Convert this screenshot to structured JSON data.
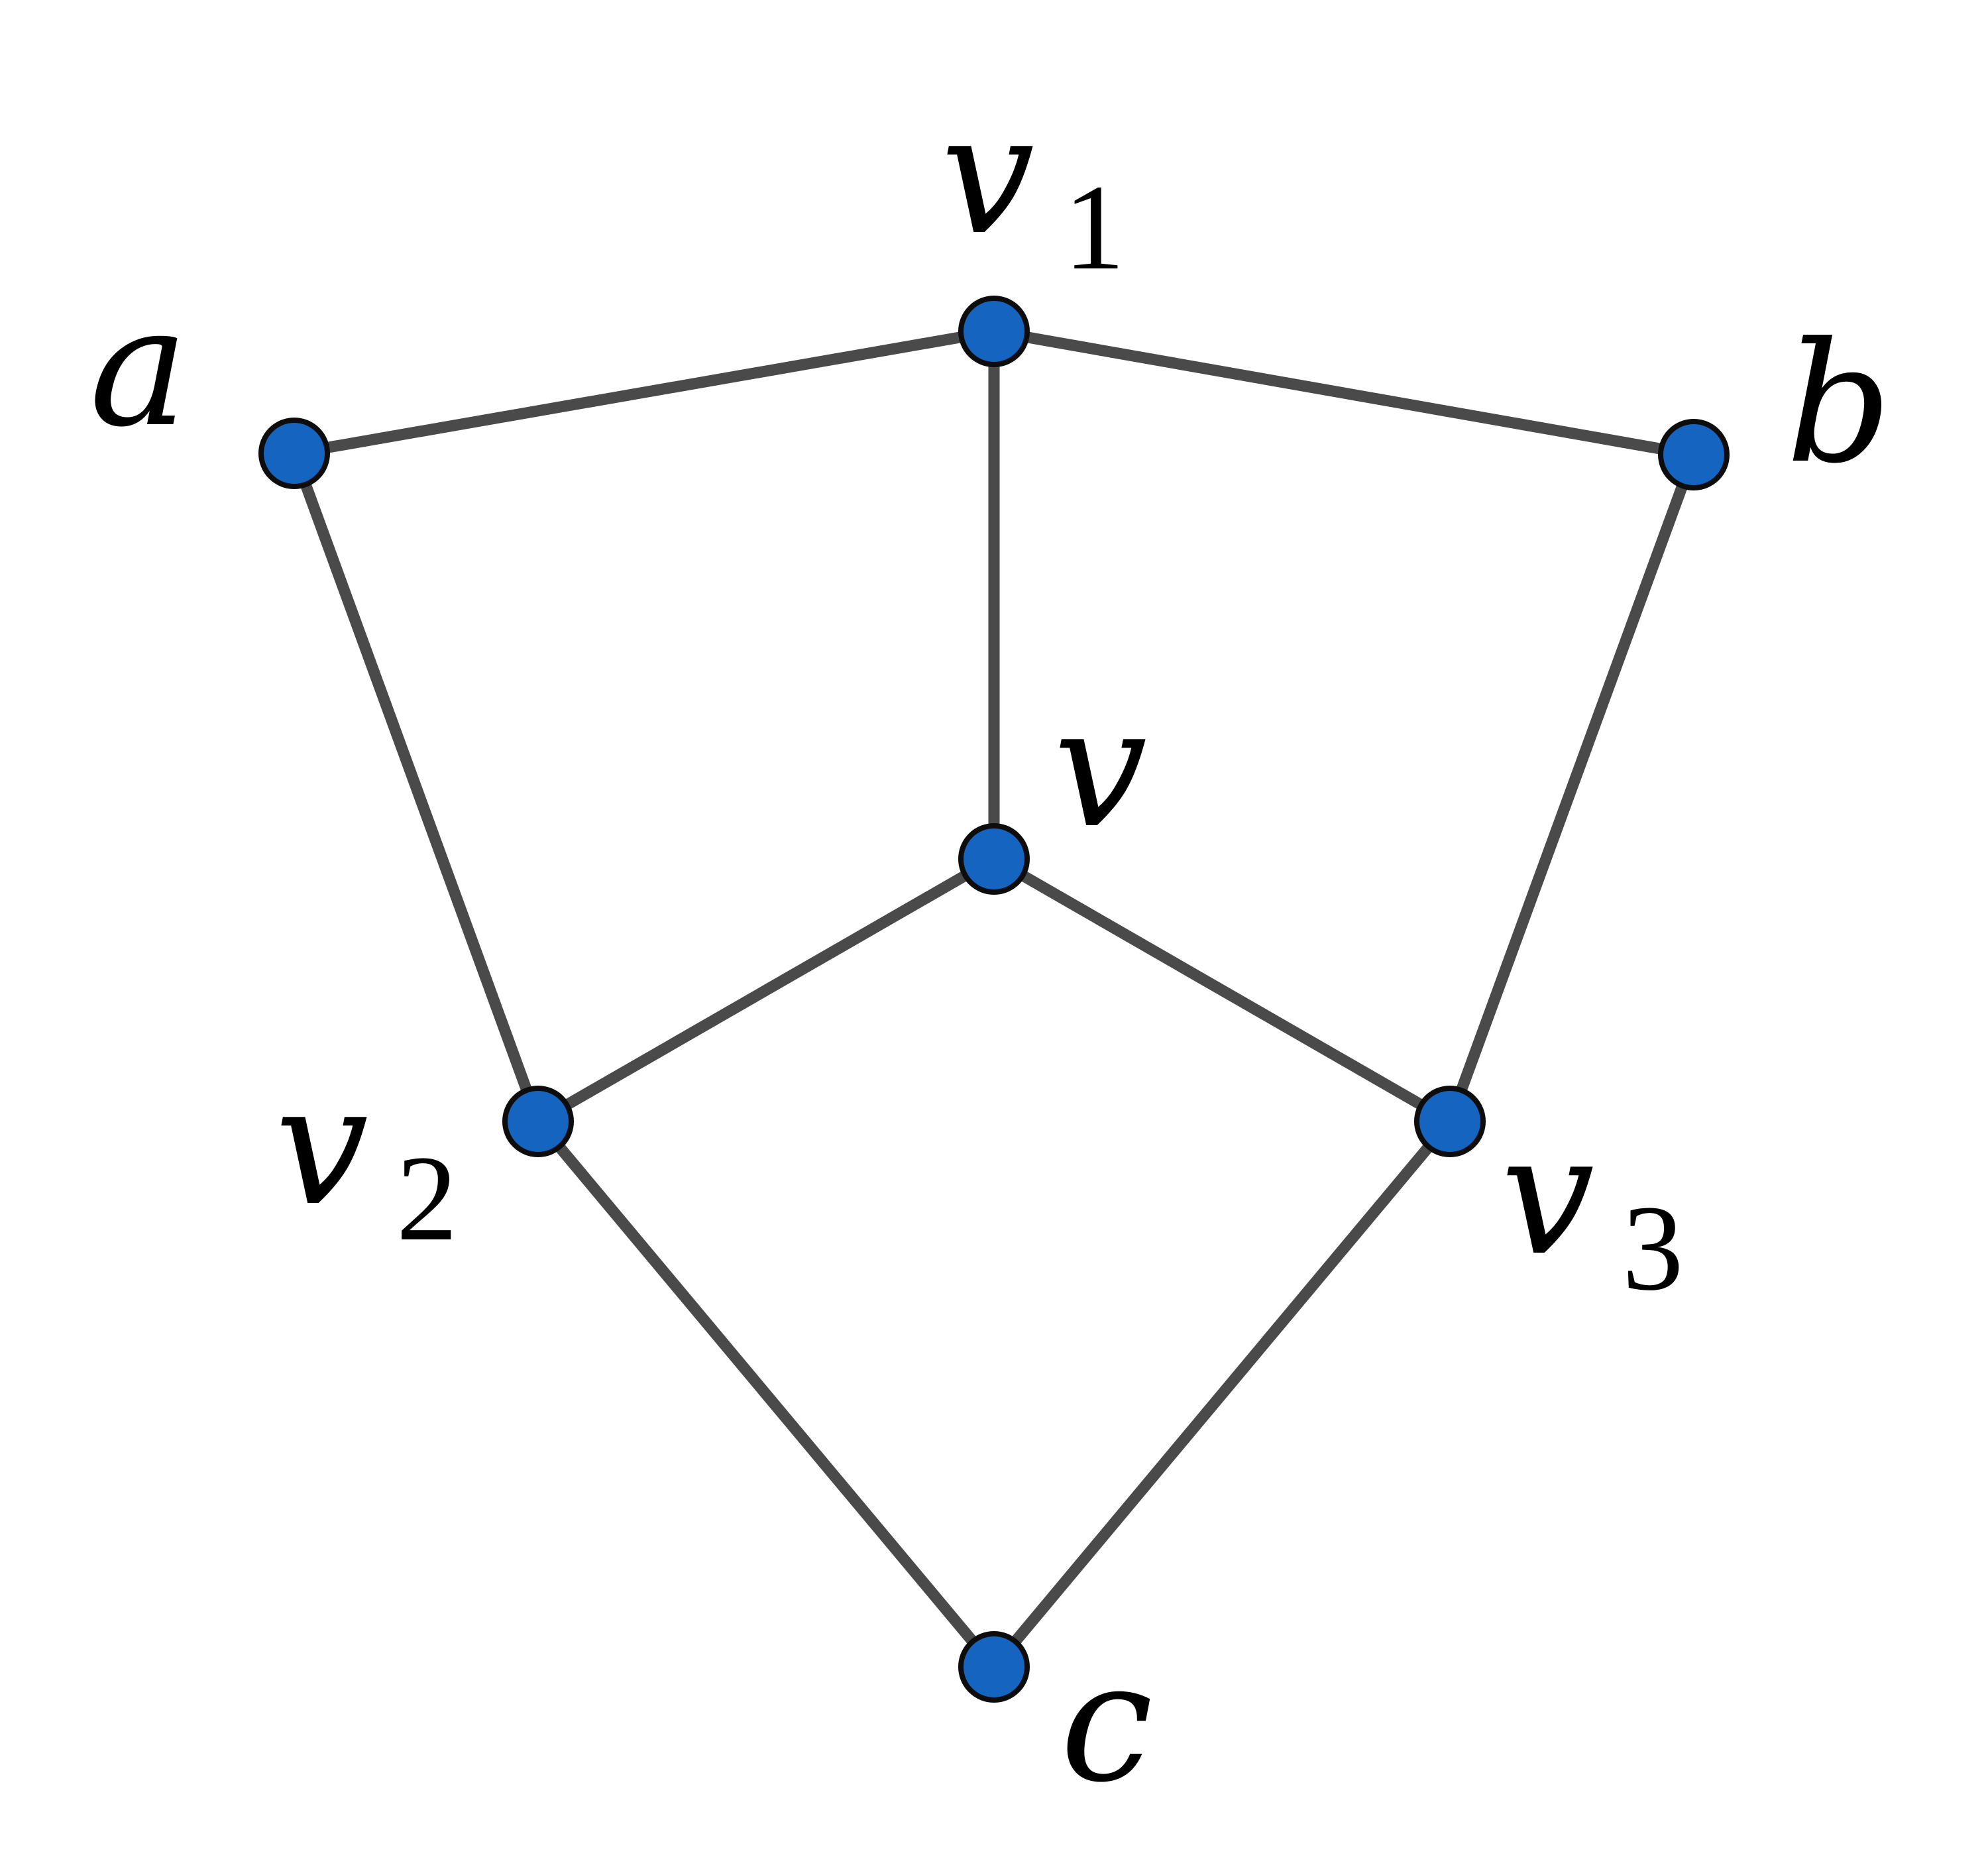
{
  "graph": {
    "nodes": [
      {
        "id": "v1",
        "label": "v",
        "subscript": "1"
      },
      {
        "id": "a",
        "label": "a",
        "subscript": ""
      },
      {
        "id": "b",
        "label": "b",
        "subscript": ""
      },
      {
        "id": "v",
        "label": "v",
        "subscript": ""
      },
      {
        "id": "v2",
        "label": "v",
        "subscript": "2"
      },
      {
        "id": "v3",
        "label": "v",
        "subscript": "3"
      },
      {
        "id": "c",
        "label": "c",
        "subscript": ""
      }
    ],
    "edges": [
      [
        "a",
        "v1"
      ],
      [
        "v1",
        "b"
      ],
      [
        "v1",
        "v"
      ],
      [
        "a",
        "v2"
      ],
      [
        "b",
        "v3"
      ],
      [
        "v",
        "v2"
      ],
      [
        "v",
        "v3"
      ],
      [
        "v2",
        "c"
      ],
      [
        "v3",
        "c"
      ]
    ],
    "colors": {
      "node_fill": "#1565c0",
      "node_stroke": "#0d0d0d",
      "edge": "#4a4a4a",
      "label": "#000000"
    }
  }
}
